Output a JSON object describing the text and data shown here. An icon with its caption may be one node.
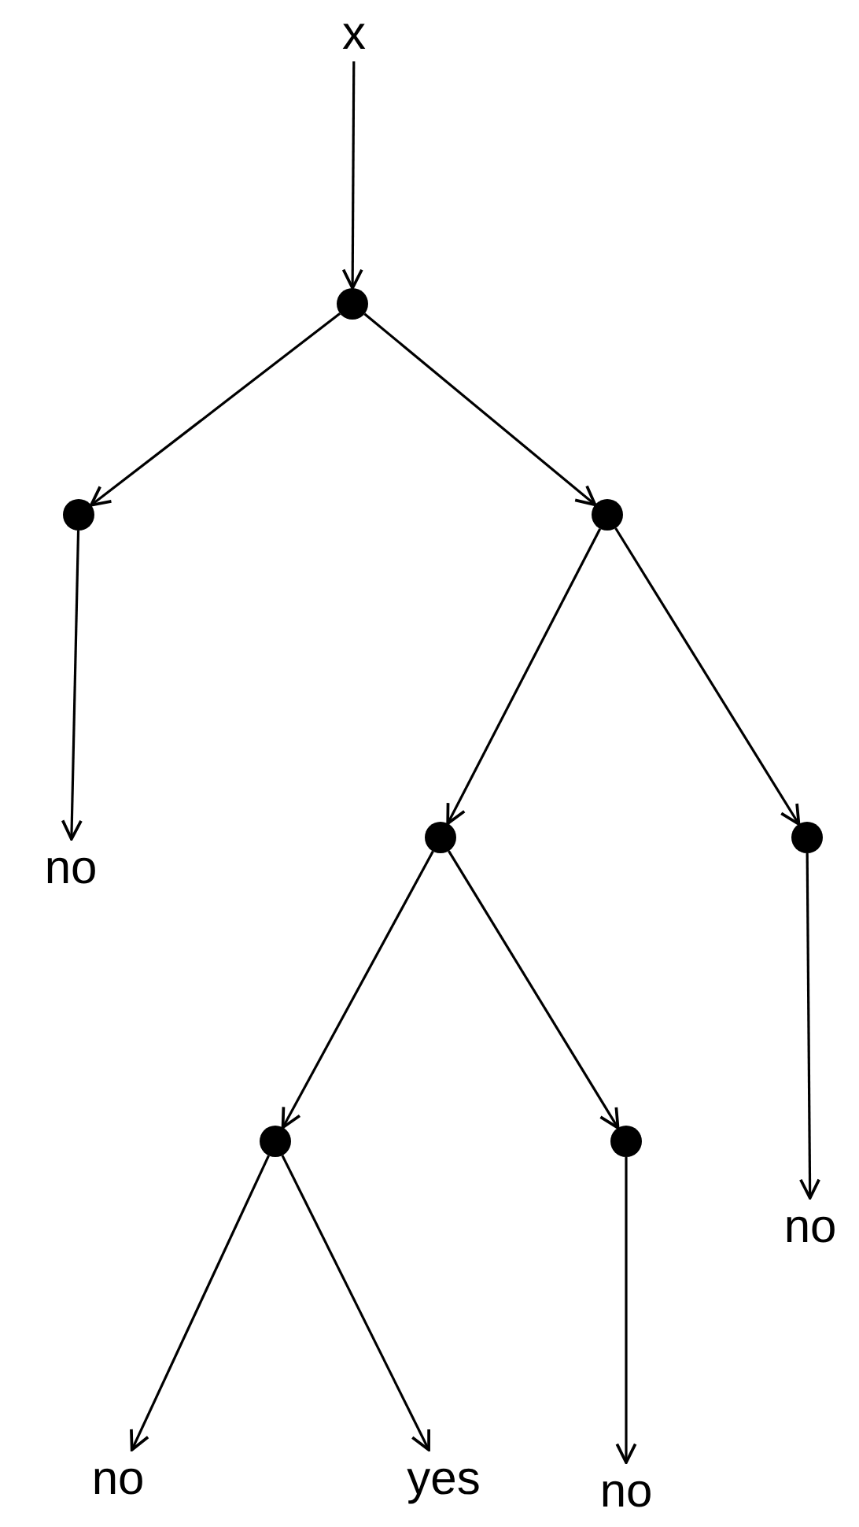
{
  "diagram": {
    "nodes": [
      {
        "text": [
          "x"
        ]
      },
      {
        "text": [],
        "shape": "circle"
      },
      {
        "text": [],
        "shape": "circle"
      },
      {
        "text": [],
        "shape": "circle"
      },
      {
        "text": [
          "no"
        ]
      },
      {
        "text": [],
        "shape": "circle"
      },
      {
        "text": [],
        "shape": "circle"
      },
      {
        "text": [],
        "shape": "circle"
      },
      {
        "text": [],
        "shape": "circle"
      },
      {
        "text": [
          "no"
        ]
      },
      {
        "text": [
          "no"
        ]
      },
      {
        "text": [
          "yes"
        ]
      },
      {
        "text": [
          "no"
        ]
      }
    ],
    "edges": [
      {
        "from": 0,
        "to": 1,
        "arrow": "to"
      },
      {
        "from": 1,
        "to": 2,
        "arrow": "to"
      },
      {
        "from": 1,
        "to": 3,
        "arrow": "to"
      },
      {
        "from": 2,
        "to": 4,
        "arrow": "to"
      },
      {
        "from": 3,
        "to": 5,
        "arrow": "to"
      },
      {
        "from": 3,
        "to": 6,
        "arrow": "to"
      },
      {
        "from": 5,
        "to": 7,
        "arrow": "to"
      },
      {
        "from": 5,
        "to": 8,
        "arrow": "to"
      },
      {
        "from": 6,
        "to": 9,
        "arrow": "to"
      },
      {
        "from": 7,
        "to": 10,
        "arrow": "to"
      },
      {
        "from": 7,
        "to": 11,
        "arrow": "to"
      },
      {
        "from": 8,
        "to": 12,
        "arrow": "to"
      }
    ]
  }
}
